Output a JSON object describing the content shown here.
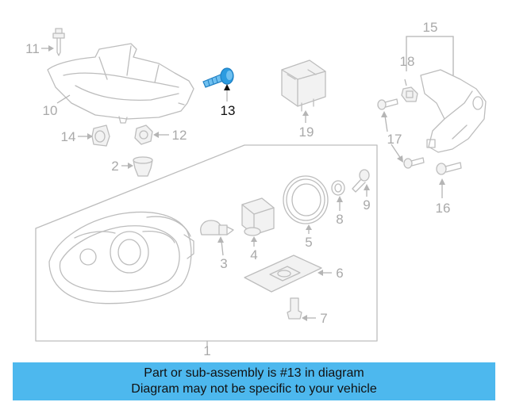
{
  "diagram": {
    "callouts": [
      "1",
      "2",
      "3",
      "4",
      "5",
      "6",
      "7",
      "8",
      "9",
      "10",
      "11",
      "12",
      "13",
      "14",
      "15",
      "16",
      "17",
      "18",
      "19"
    ],
    "highlighted_callout": "13",
    "colors": {
      "highlight_part": "#2b9be0",
      "part_line": "#bdbdbd",
      "label": "#a9a9a9",
      "banner": "#4db8ee"
    }
  },
  "banner": {
    "line1": "Part or sub-assembly is #13 in diagram",
    "line2": "Diagram may not be specific to your vehicle"
  }
}
